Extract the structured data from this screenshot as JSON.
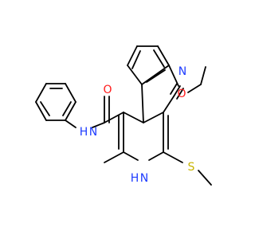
{
  "colors": {
    "background": "#ffffff",
    "carbon_bond": "#000000",
    "nitrogen": "#1e3cff",
    "oxygen": "#ff1a1a",
    "sulfur": "#c8b400"
  },
  "atoms": {
    "nitrile_n": "N",
    "ether_o": "O",
    "amide_o": "O",
    "amide_n": "N",
    "amide_h": "H",
    "ring_h": "H",
    "ring_n": "N",
    "sulfur": "S"
  }
}
